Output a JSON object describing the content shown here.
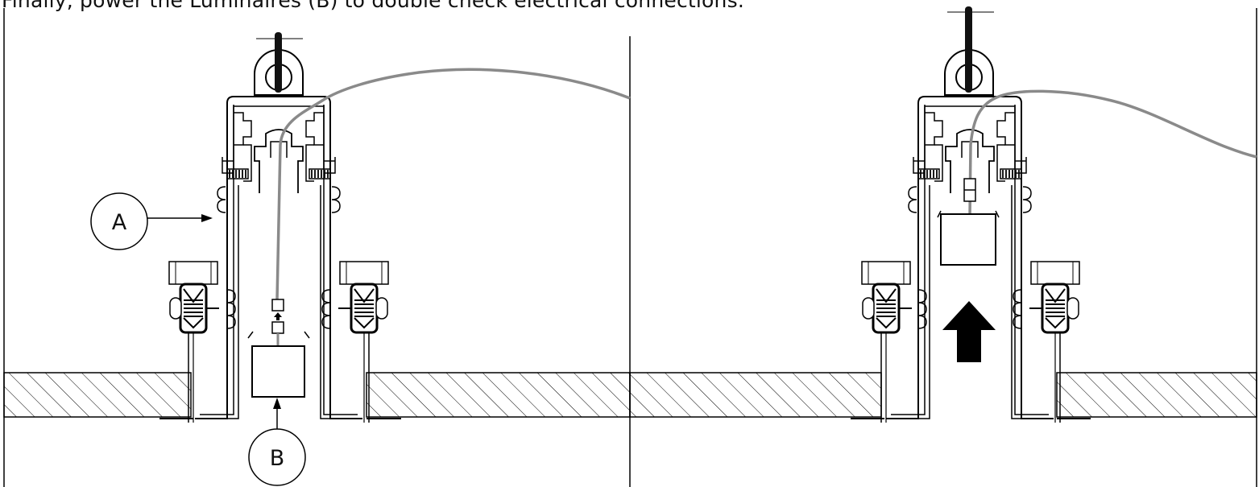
{
  "instruction": "Finally, power the Luminaires (B) to double check electrical connections.",
  "callouts": {
    "a": "A",
    "b": "B"
  },
  "colors": {
    "line": "#000000",
    "cable": "#8a8a8a",
    "background": "#ffffff"
  }
}
